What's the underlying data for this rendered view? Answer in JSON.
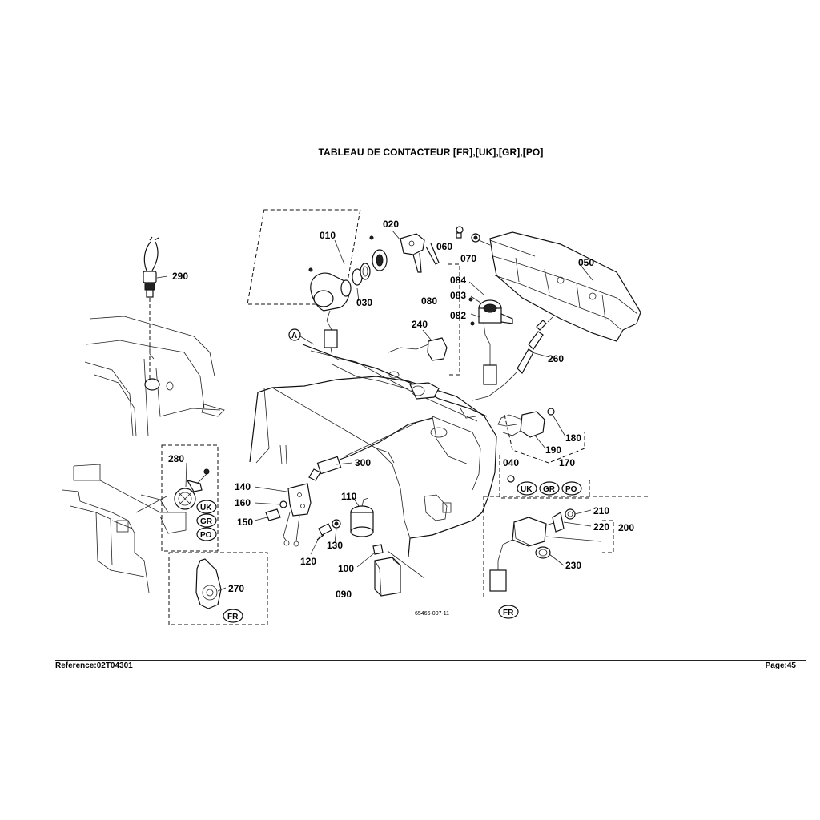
{
  "header": {
    "title": "TABLEAU DE CONTACTEUR   [FR],[UK],[GR],[PO]"
  },
  "footer": {
    "reference": "Reference:02T04301",
    "page": "Page:45"
  },
  "diagram": {
    "drawing_number": "65466-007-11",
    "section_marker": "A",
    "part_numbers": [
      "010",
      "020",
      "030",
      "040",
      "050",
      "060",
      "070",
      "080",
      "082",
      "083",
      "084",
      "090",
      "100",
      "110",
      "120",
      "130",
      "140",
      "150",
      "160",
      "170",
      "180",
      "190",
      "200",
      "210",
      "220",
      "230",
      "240",
      "260",
      "270",
      "280",
      "290",
      "300"
    ],
    "region_badges": [
      "UK",
      "GR",
      "PO",
      "FR"
    ]
  }
}
